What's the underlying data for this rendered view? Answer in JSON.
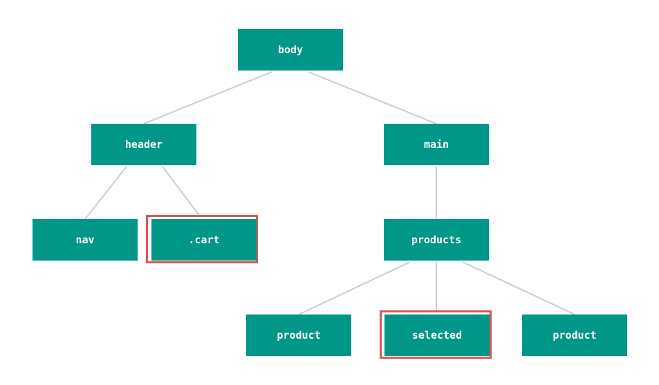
{
  "colors": {
    "node_fill": "#009688",
    "node_text": "#ffffff",
    "edge": "#cccccc",
    "highlight": "#e05555"
  },
  "nodes": {
    "body": "body",
    "header": "header",
    "main": "main",
    "nav": "nav",
    "cart": ".cart",
    "products": "products",
    "product_left": "product",
    "selected": "selected",
    "product_right": "product"
  },
  "highlighted": [
    "cart",
    "selected"
  ]
}
